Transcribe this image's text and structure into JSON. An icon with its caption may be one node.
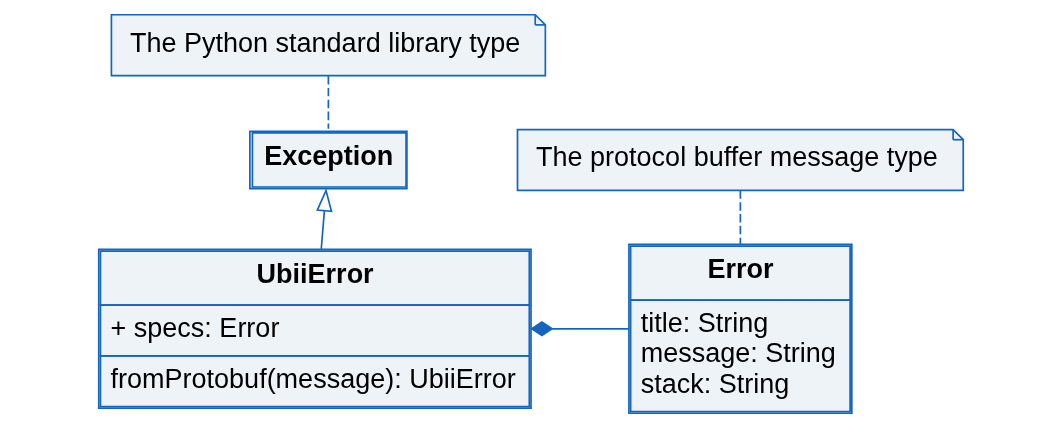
{
  "diagram": {
    "nodes": [
      {
        "text": [
          "The Python standard library type"
        ]
      },
      {
        "text": [
          "Exception"
        ]
      },
      {
        "text": [
          "The protocol buffer message type"
        ]
      },
      {
        "text": [
          "Error",
          "title: String",
          "message: String",
          "stack: String"
        ]
      },
      {
        "text": [
          "UbiiError",
          "+ specs: Error",
          "fromProtobuf(message): UbiiError"
        ]
      }
    ],
    "edges": [
      {
        "from": 0,
        "to": 1,
        "arrow": "none",
        "style": "dashed"
      },
      {
        "from": 2,
        "to": 3,
        "arrow": "none",
        "style": "dashed"
      },
      {
        "from": 4,
        "to": 1,
        "arrow": "to"
      },
      {
        "from": 3,
        "to": 4,
        "arrow": "other"
      }
    ]
  }
}
